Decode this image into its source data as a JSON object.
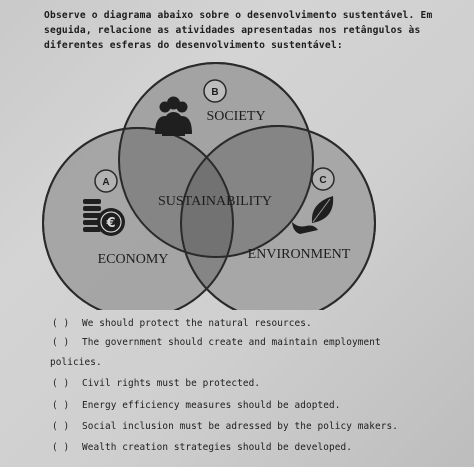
{
  "instructions": {
    "line1": "Observe o diagrama abaixo sobre o desenvolvimento sustentável. Em",
    "line2": "seguida, relacione as atividades apresentadas nos retângulos às",
    "line3": "diferentes esferas do desenvolvimento sustentável:"
  },
  "diagram": {
    "society": {
      "letter": "B",
      "label": "SOCIETY",
      "icon": "people-group-icon"
    },
    "economy": {
      "letter": "A",
      "label": "ECONOMY",
      "icon": "coins-euro-icon"
    },
    "environment": {
      "letter": "C",
      "label": "ENVIRONMENT",
      "icon": "leaf-hand-icon"
    },
    "center_label": "SUSTAINABILITY",
    "colors": {
      "circle_fill": "#9a9a9a",
      "overlap_fill": "#7e7e7e",
      "stroke": "#2a2a2a"
    }
  },
  "questions": [
    {
      "paren": "(   )",
      "text": "We should protect the natural resources."
    },
    {
      "paren": "(   )",
      "text": "The government should create and maintain employment",
      "cont": "policies."
    },
    {
      "paren": "(   )",
      "text": "Civil rights must be protected."
    },
    {
      "paren": "(   )",
      "text": "Energy efficiency measures should be adopted."
    },
    {
      "paren": "(   )",
      "text": "Social inclusion must be adressed by the policy makers."
    },
    {
      "paren": "(   )",
      "text": "Wealth creation strategies should be developed."
    }
  ]
}
